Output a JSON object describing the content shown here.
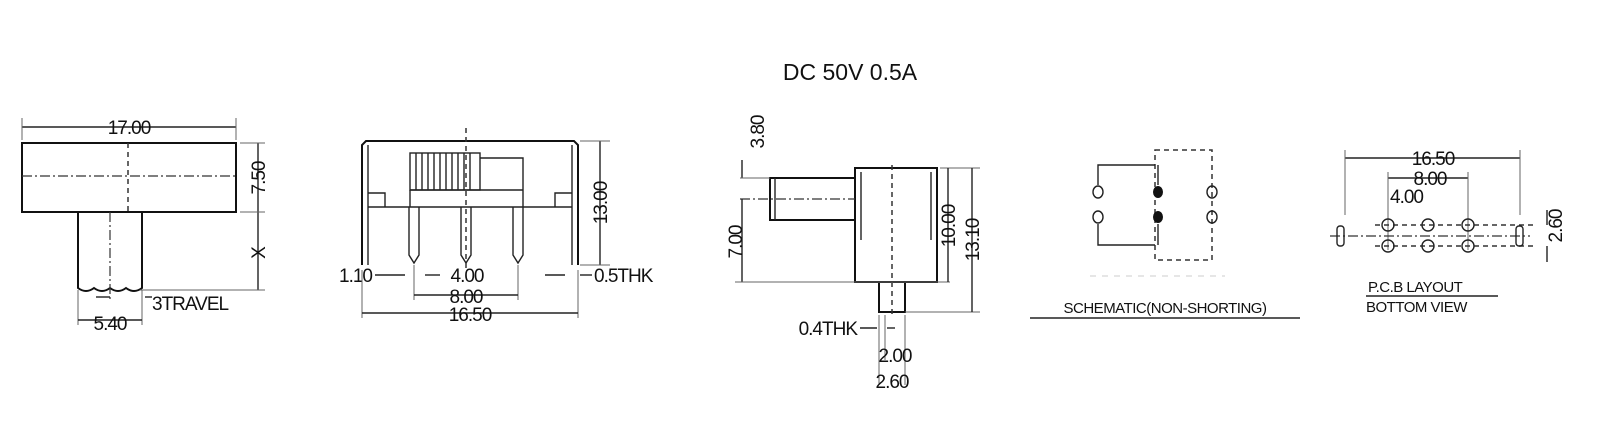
{
  "title": "DC  50V  0.5A",
  "front_view": {
    "width": "17.00",
    "height": "7.50",
    "actuator": "X",
    "travel": "3TRAVEL",
    "actuator_width": "5.40"
  },
  "side_view": {
    "height": "13.00",
    "pin_width": "1.10",
    "pitch": "4.00",
    "thickness": "0.5THK",
    "pin_span": "8.00",
    "total_width": "16.50"
  },
  "end_view": {
    "knob": "3.80",
    "knob_offset": "7.00",
    "body": "10.00",
    "total": "13.10",
    "thickness": "0.4THK",
    "pin_a": "2.00",
    "pin_b": "2.60"
  },
  "schematic": {
    "caption": "SCHEMATIC(NON-SHORTING)"
  },
  "pcb": {
    "width": "16.50",
    "span": "8.00",
    "pitch": "4.00",
    "row_gap": "2.60",
    "caption_1": "P.C.B LAYOUT",
    "caption_2": "BOTTOM VIEW"
  }
}
